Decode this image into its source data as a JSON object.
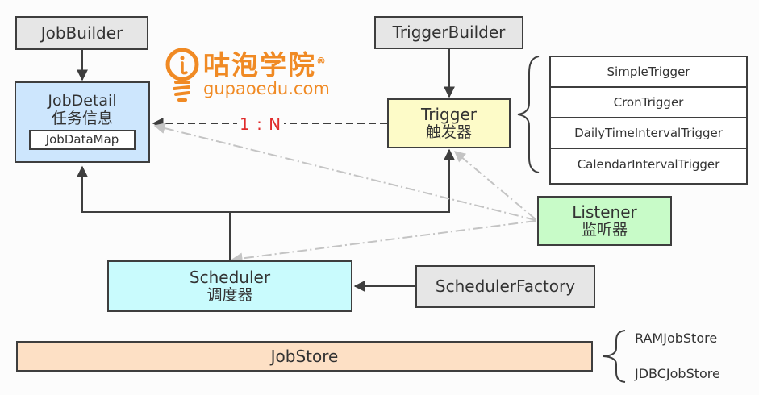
{
  "logo": {
    "brand_cn": "咕泡学院",
    "registered_mark": "®",
    "url": "gupaoedu.com",
    "icon": "lightbulb-icon",
    "color": "#f08a24"
  },
  "nodes": {
    "job_builder": {
      "label": "JobBuilder"
    },
    "job_detail": {
      "label": "JobDetail",
      "label_cn": "任务信息",
      "inner_label": "JobDataMap"
    },
    "trigger_builder": {
      "label": "TriggerBuilder"
    },
    "trigger": {
      "label": "Trigger",
      "label_cn": "触发器"
    },
    "listener": {
      "label": "Listener",
      "label_cn": "监听器"
    },
    "scheduler": {
      "label": "Scheduler",
      "label_cn": "调度器"
    },
    "scheduler_factory": {
      "label": "SchedulerFactory"
    },
    "job_store": {
      "label": "JobStore"
    }
  },
  "trigger_types": [
    {
      "label": "SimpleTrigger"
    },
    {
      "label": "CronTrigger"
    },
    {
      "label": "DailyTimeIntervalTrigger"
    },
    {
      "label": "CalendarIntervalTrigger"
    }
  ],
  "job_store_types": [
    {
      "label": "RAMJobStore"
    },
    {
      "label": "JDBCJobStore"
    }
  ],
  "relations": {
    "job_trigger_ratio": "1 : N",
    "ratio_color": "#e02b2b"
  },
  "colors": {
    "builder_fill": "#e6e6e6",
    "job_detail_fill": "#cde6fd",
    "trigger_fill": "#fdfbc8",
    "listener_fill": "#c8fbc8",
    "scheduler_fill": "#c9fbfd",
    "job_store_fill": "#fde0c5",
    "stroke": "#3e3e3e",
    "listener_line": "#c0c0c0"
  }
}
